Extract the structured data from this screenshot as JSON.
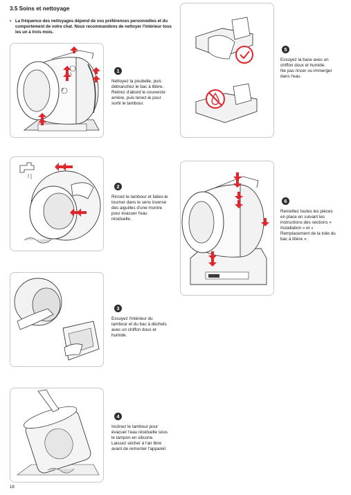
{
  "header": {
    "title": "3.5 Soins et nettoyage",
    "intro_bullet": "•",
    "intro": "La fréquence des nettoyages dépend de vos préférences personnelles et du comportement de votre chat. Nous recommandons de nettoyer l'intérieur tous les un à trois mois."
  },
  "steps": [
    {
      "number": "1",
      "text": "Nettoyez la poubelle, puis débranchez le bac à litière.\nRetirez d'abord le couvercle arrière, puis tenez-le pour sortir le tambour."
    },
    {
      "number": "2",
      "text": "Rincez le tambour et faites-le tourner dans le sens inverse des aiguilles d'une montre pour évacuer l'eau résiduelle."
    },
    {
      "number": "3",
      "text": "Essuyez l'intérieur du tambour et du bac à déchets avec un chiffon doux et humide."
    },
    {
      "number": "4",
      "text": "Inclinez le tambour pour évacuer l'eau résiduelle sous le tampon en silicone. Laissez sécher à l'air libre avant de remonter l'appareil."
    },
    {
      "number": "5",
      "text": "Essuyez la base avec un chiffon doux et humide.\nNe pas rincer ou immerger dans l'eau."
    },
    {
      "number": "6",
      "text": "Remettez toutes les pièces en place en suivant les instructions des sections « Installation » et « Remplacement de la toile du bac à litière »."
    }
  ],
  "figure_labels": {
    "fig1_part_a": "1",
    "fig1_part_b": "2"
  },
  "page_number": "18",
  "colors": {
    "accent_red": "#e0262b",
    "line": "#3a3a3a",
    "panel_border": "#c8c8c8"
  }
}
